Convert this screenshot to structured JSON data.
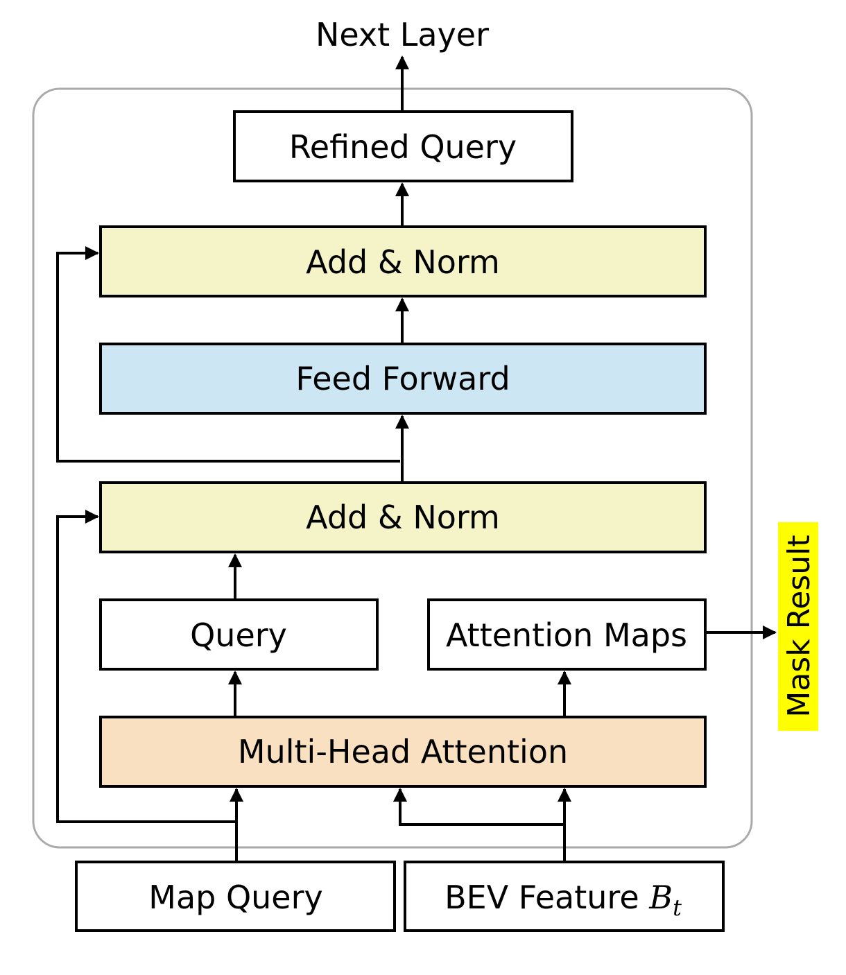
{
  "labels": {
    "next_layer": "Next Layer",
    "refined_query": "Refined Query",
    "add_norm_top": "Add & Norm",
    "feed_forward": "Feed Forward",
    "add_norm_bottom": "Add & Norm",
    "query": "Query",
    "attention_maps": "Attention Maps",
    "multi_head_attention": "Multi-Head Attention",
    "map_query": "Map Query",
    "bev_feature": "BEV Feature ",
    "bev_symbol": "B",
    "bev_subscript": "t",
    "mask_result": "Mask Result"
  },
  "colors": {
    "add_norm_fill": "#f4f4c8",
    "feed_forward_fill": "#cce6f4",
    "multi_head_fill": "#f9e0c0",
    "mask_highlight": "#ffff00",
    "container_stroke": "#aaaaaa",
    "stroke": "#000000"
  }
}
